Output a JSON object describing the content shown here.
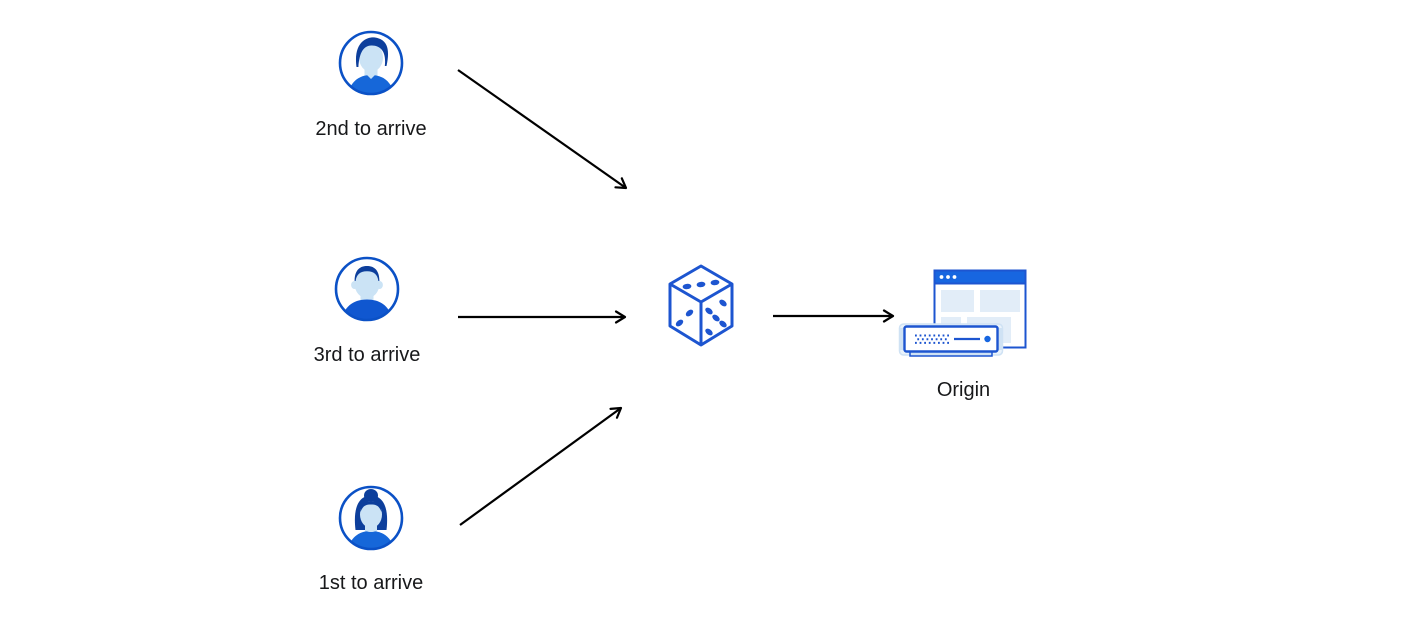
{
  "diagram": {
    "title": "random-steering-to-origin",
    "clients": [
      {
        "label": "2nd to arrive",
        "avatar_icon": "male-avatar-swept-hair"
      },
      {
        "label": "3rd to arrive",
        "avatar_icon": "male-avatar-short-hair"
      },
      {
        "label": "1st to arrive",
        "avatar_icon": "female-avatar-bun"
      }
    ],
    "randomizer": {
      "icon": "dice",
      "top_face_pips": 3,
      "left_face_pips": 2,
      "right_face_pips": 5
    },
    "origin": {
      "label": "Origin",
      "icon": "origin-browser-and-server"
    },
    "arrows": [
      {
        "from": "client-2nd-to-arrive",
        "to": "dice"
      },
      {
        "from": "client-3rd-to-arrive",
        "to": "dice"
      },
      {
        "from": "client-1st-to-arrive",
        "to": "dice"
      },
      {
        "from": "dice",
        "to": "origin"
      }
    ],
    "colors": {
      "stroke_blue": "#1d55d0",
      "bright_blue": "#1766e0",
      "hair_dark_blue": "#0d3f9c",
      "skin_light_blue": "#cbe3f5",
      "panel_light_blue": "#e2edf8",
      "pale_blue": "#cfe2f4",
      "arrow_black": "#000000",
      "text_color": "#17181a",
      "background": "#ffffff"
    }
  }
}
